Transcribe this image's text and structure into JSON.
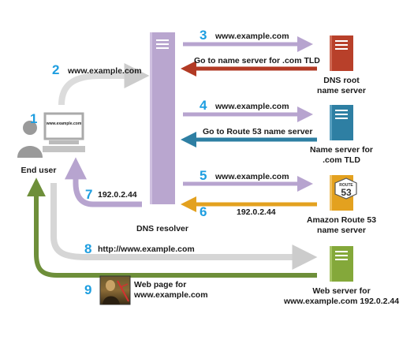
{
  "nodes": {
    "end_user": "End user",
    "resolver": "DNS resolver",
    "root_line1": "DNS root",
    "root_line2": "name server",
    "tld_line1": "Name server for",
    "tld_line2": ".com TLD",
    "r53_line1": "Amazon Route 53",
    "r53_line2": "name server",
    "web_line1": "Web server for",
    "web_line2": "www.example.com 192.0.2.44",
    "r53_badge_top": "ROUTE",
    "r53_badge_num": "53",
    "monitor_text": "www.example.com"
  },
  "steps": [
    {
      "num": "1"
    },
    {
      "num": "2",
      "label": "www.example.com"
    },
    {
      "num": "3",
      "label": "www.example.com"
    },
    {
      "num": "",
      "label": "Go to name server for .com TLD"
    },
    {
      "num": "4",
      "label": "www.example.com"
    },
    {
      "num": "",
      "label": "Go to Route 53 name server"
    },
    {
      "num": "5",
      "label": "www.example.com"
    },
    {
      "num": "6",
      "label": "192.0.2.44"
    },
    {
      "num": "7",
      "label": "192.0.2.44"
    },
    {
      "num": "8",
      "label": "http://www.example.com"
    },
    {
      "num": "9",
      "label_line1": "Web page for",
      "label_line2": "www.example.com"
    }
  ],
  "colors": {
    "resolver": "#b9a6cf",
    "root": "#b8402a",
    "tld": "#2e7fa3",
    "r53": "#e3a11f",
    "web": "#84a83a",
    "arrow_purple": "#b7a4cf",
    "arrow_red": "#b23a24",
    "arrow_teal": "#2e7fa3",
    "arrow_gold": "#e3a11f",
    "arrow_gray": "#cccccc",
    "arrow_green": "#6e8f3a",
    "step_number": "#1e9ee0"
  }
}
